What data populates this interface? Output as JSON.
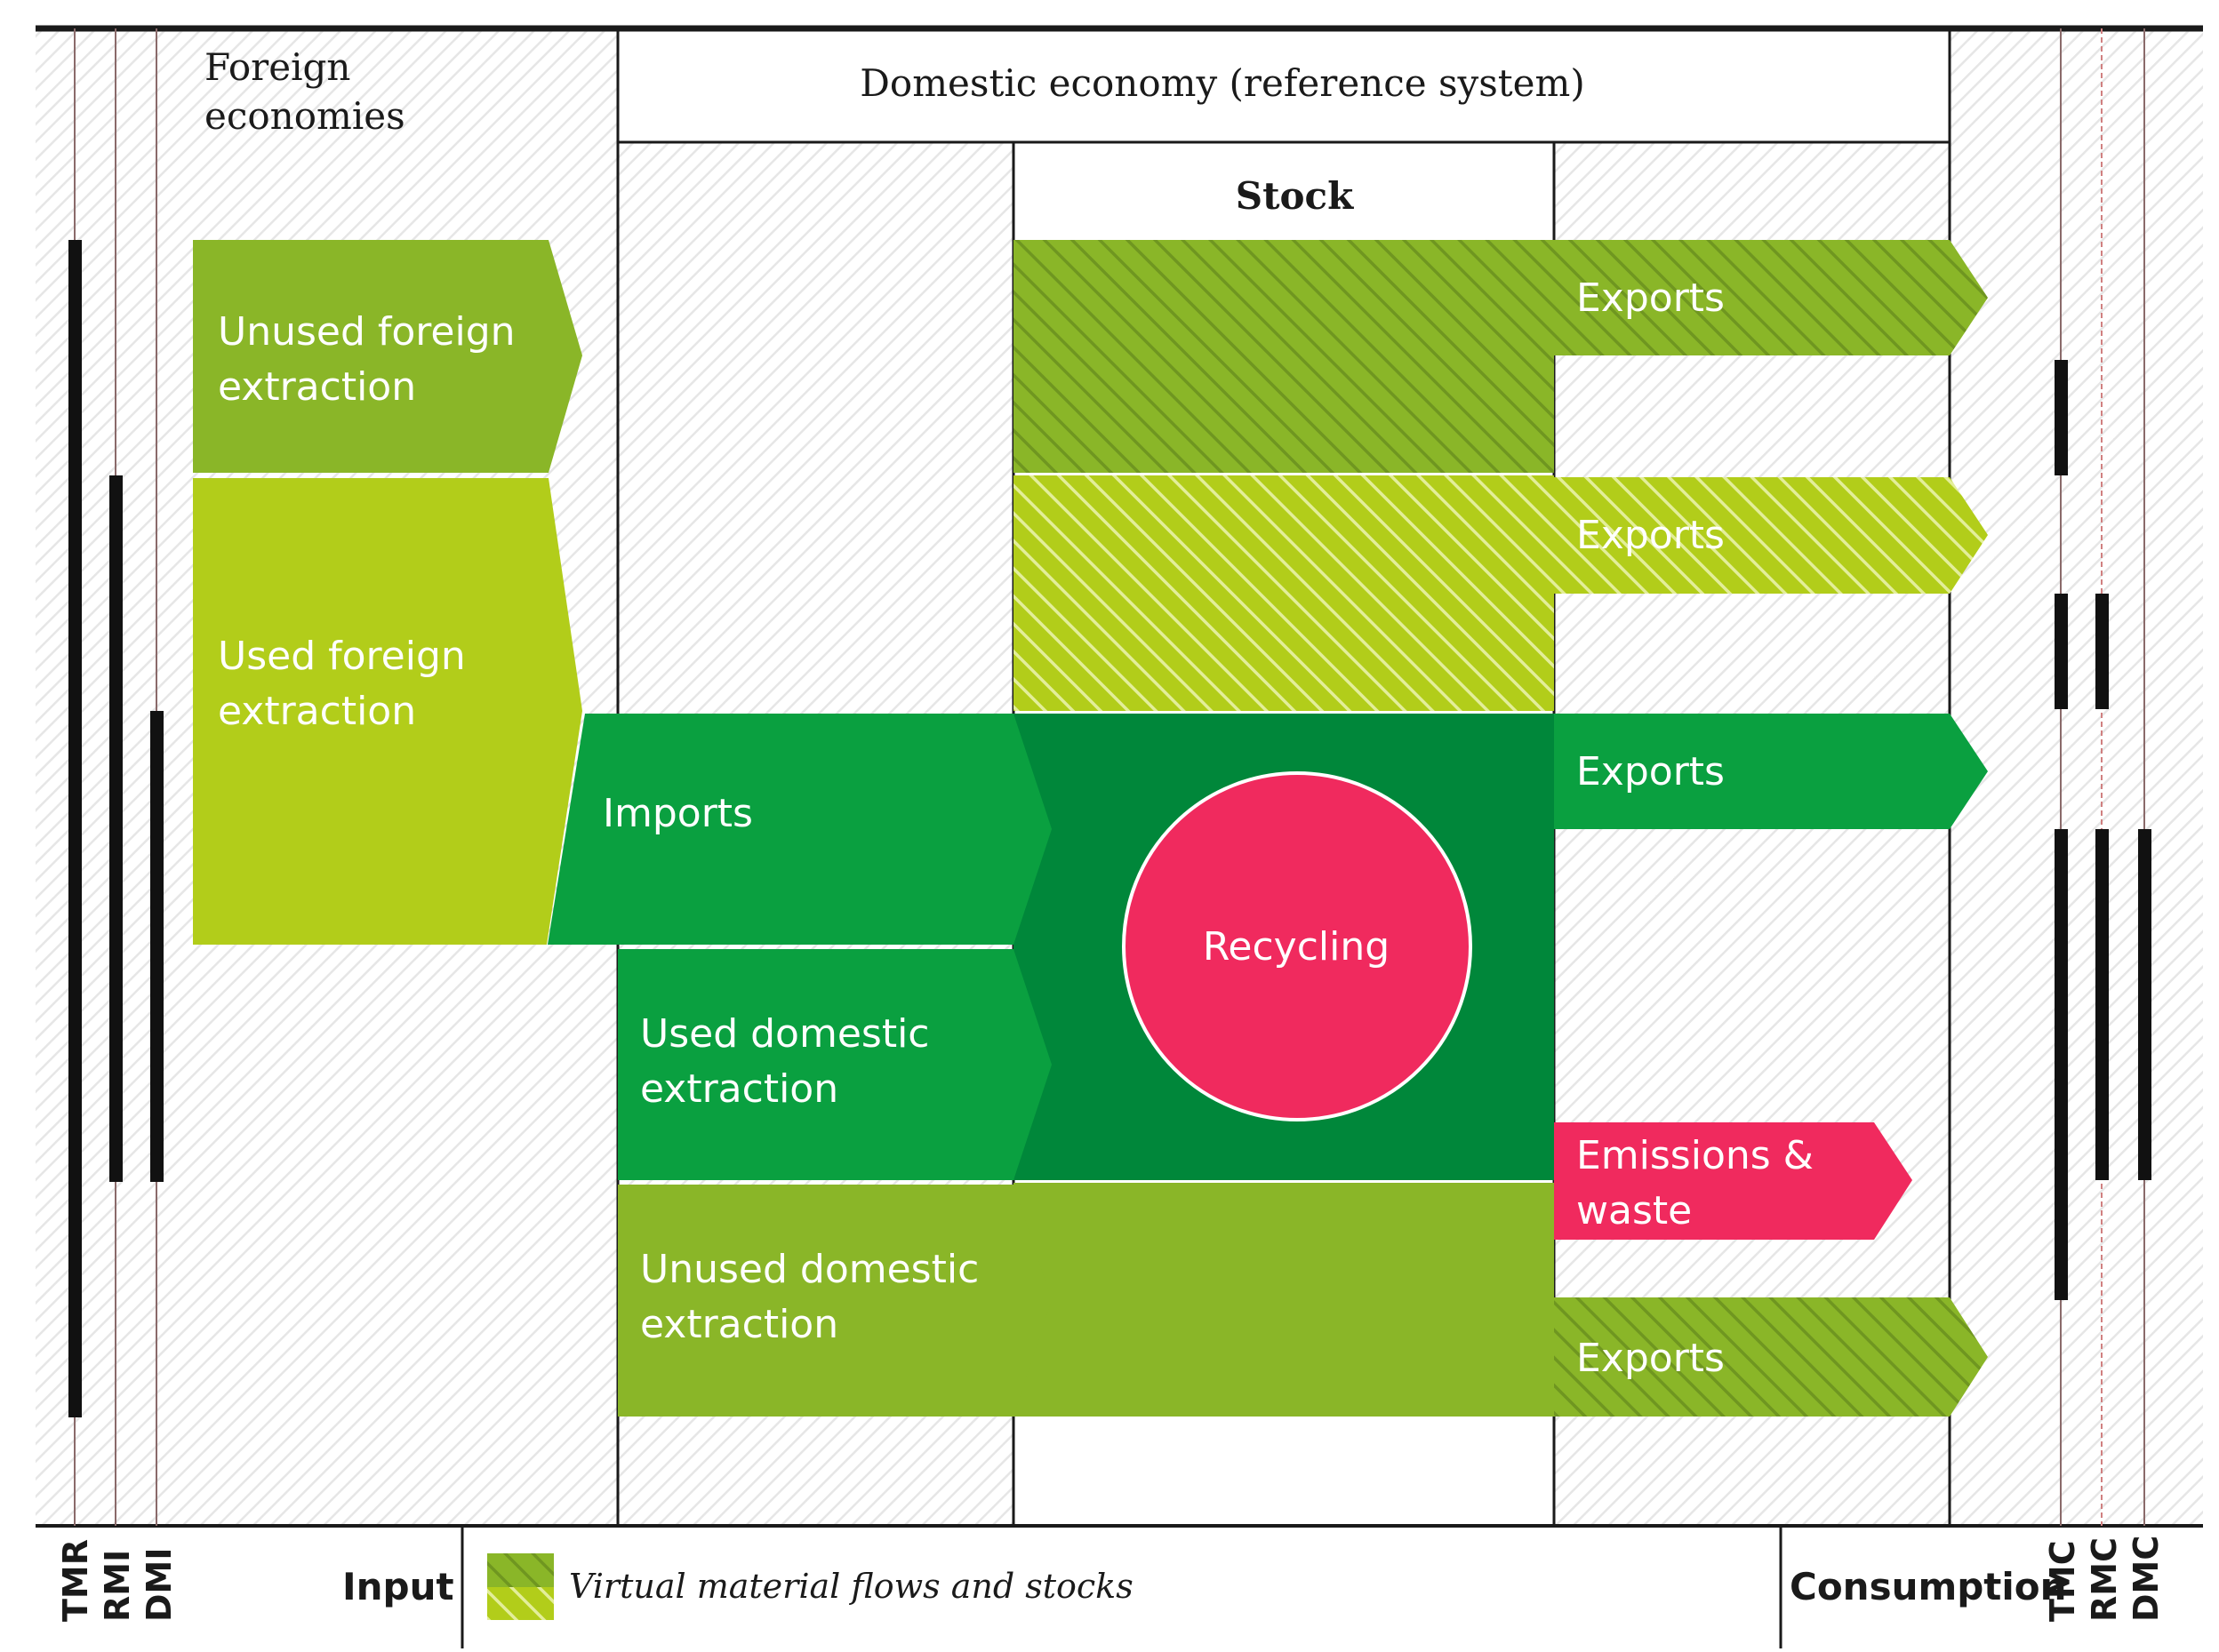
{
  "headers": {
    "foreign_line1": "Foreign",
    "foreign_line2": "economies",
    "domestic": "Domestic economy (reference system)",
    "stock": "Stock"
  },
  "flows": {
    "unused_foreign": [
      "Unused foreign",
      "extraction"
    ],
    "used_foreign": [
      "Used foreign",
      "extraction"
    ],
    "imports": "Imports",
    "used_domestic": [
      "Used domestic",
      "extraction"
    ],
    "unused_domestic": [
      "Unused domestic",
      "extraction"
    ],
    "recycling": "Recycling",
    "emissions": [
      "Emissions &",
      "waste"
    ],
    "exports_1": "Exports",
    "exports_2": "Exports",
    "exports_3": "Exports",
    "exports_4": "Exports"
  },
  "bottom": {
    "input": "Input",
    "consumption": "Consumption",
    "legend": "Virtual material flows and stocks"
  },
  "indicators": {
    "left": [
      "TMR",
      "RMI",
      "DMI"
    ],
    "right": [
      "TMC",
      "RMC",
      "DMC"
    ]
  },
  "colors": {
    "dark_olive": "#8ab628",
    "light_lime": "#b2cd1a",
    "green": "#0aa040",
    "dark_green": "#00873a",
    "red": "#f02a5e",
    "hatch_bg": "#f4f4f4"
  }
}
